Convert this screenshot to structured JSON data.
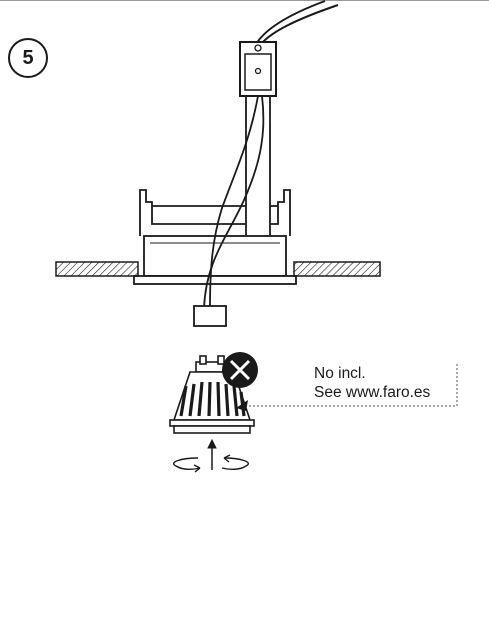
{
  "step": {
    "number": "5"
  },
  "note": {
    "line1": "No incl.",
    "line2": "See www.faro.es"
  },
  "colors": {
    "ink": "#1a1a1a",
    "paper": "#ffffff",
    "rule": "#999999"
  },
  "icons": {
    "not_included": "circle-x-icon",
    "rotate": "rotate-arrows-icon",
    "insert": "arrow-up-icon"
  }
}
